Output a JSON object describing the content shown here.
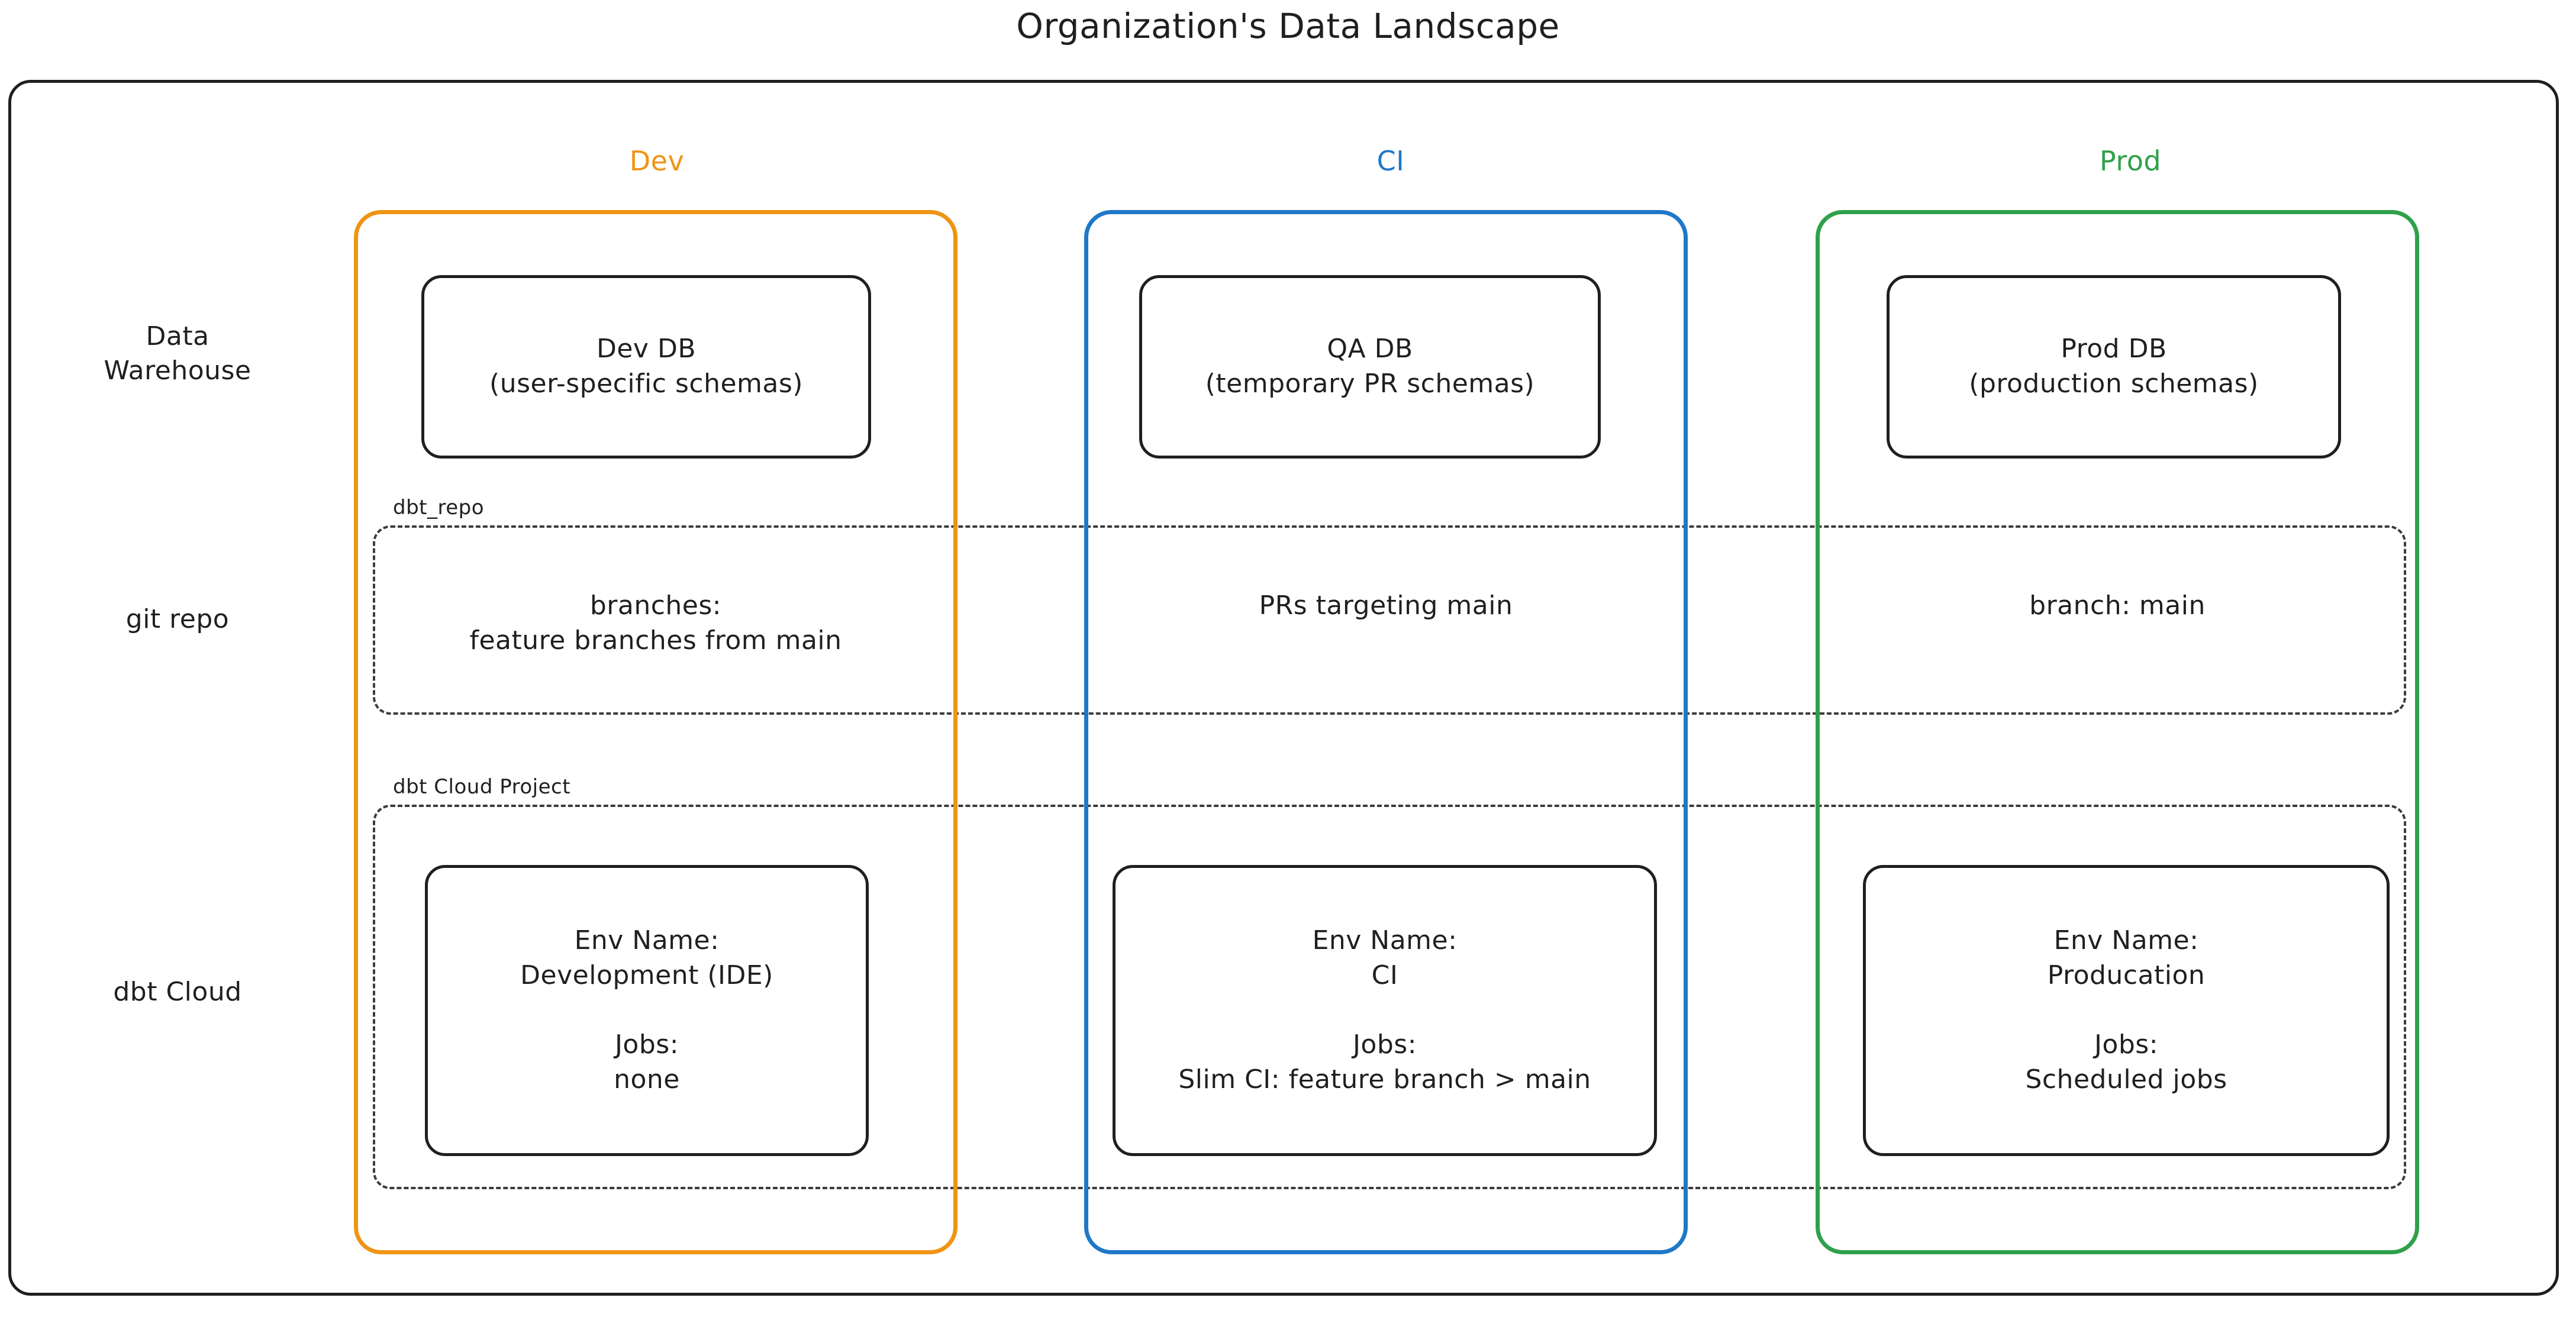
{
  "diagram": {
    "title": "Organization's Data Landscape"
  },
  "columns": [
    {
      "key": "dev",
      "label": "Dev",
      "color": "#ef9415"
    },
    {
      "key": "ci",
      "label": "CI",
      "color": "#1f78c8"
    },
    {
      "key": "prod",
      "label": "Prod",
      "color": "#2fa04a"
    }
  ],
  "rows": [
    {
      "key": "data_warehouse",
      "label": "Data\nWarehouse"
    },
    {
      "key": "git_repo",
      "label": "git repo"
    },
    {
      "key": "dbt_cloud",
      "label": "dbt Cloud"
    }
  ],
  "groups": {
    "git_repo": {
      "label": "dbt_repo"
    },
    "dbt_cloud": {
      "label": "dbt Cloud Project"
    }
  },
  "cells": {
    "data_warehouse": {
      "dev": "Dev DB\n(user-specific schemas)",
      "ci": "QA DB\n(temporary PR schemas)",
      "prod": "Prod DB\n(production schemas)"
    },
    "git_repo": {
      "dev": "branches:\nfeature branches from main",
      "ci": "PRs targeting main",
      "prod": "branch: main"
    },
    "dbt_cloud": {
      "dev": "Env Name:\nDevelopment (IDE)\n\nJobs:\nnone",
      "ci": "Env Name:\nCI\n\nJobs:\nSlim CI: feature branch > main",
      "prod": "Env Name:\nProducation\n\nJobs:\nScheduled jobs"
    }
  }
}
